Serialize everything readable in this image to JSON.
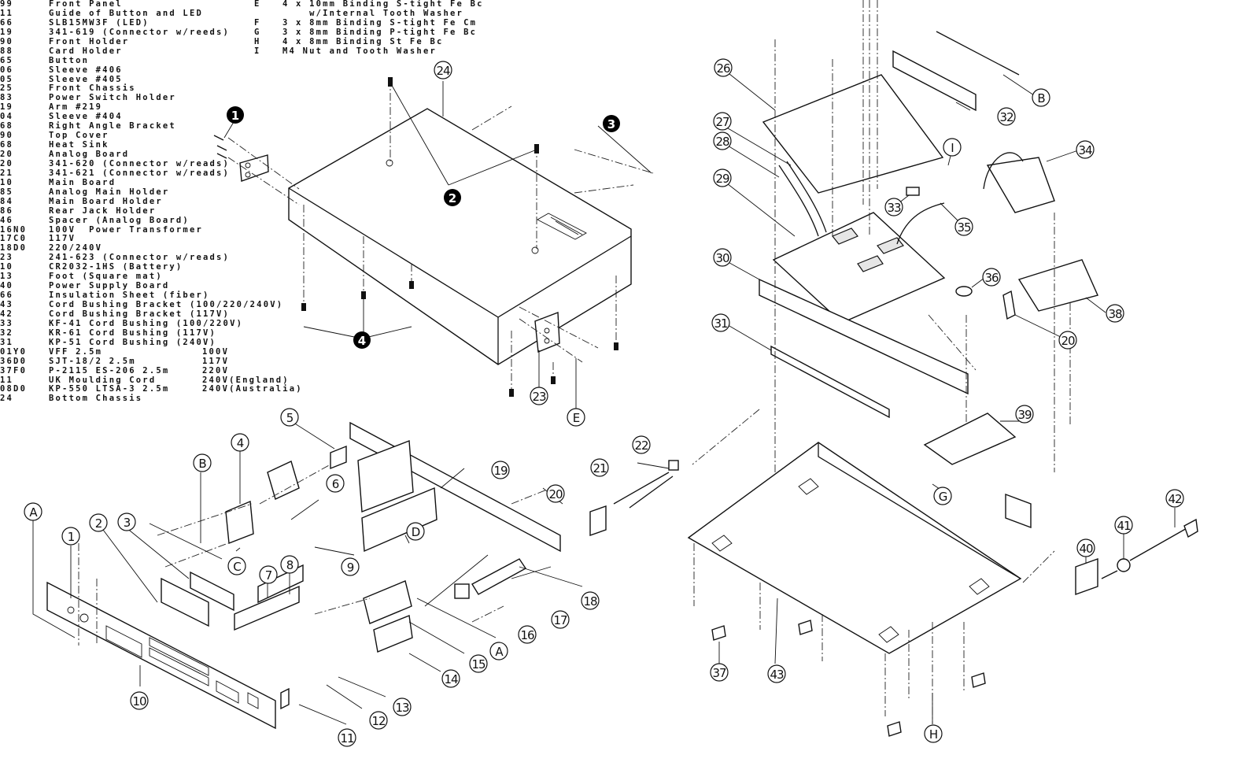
{
  "parts_list": [
    {
      "code": "99",
      "name": "Front Panel"
    },
    {
      "code": "11",
      "name": "Guide of Button and LED"
    },
    {
      "code": "66",
      "name": "SLB15MW3F (LED)"
    },
    {
      "code": "19",
      "name": "341-619 (Connector w/reeds)"
    },
    {
      "code": "90",
      "name": "Front Holder"
    },
    {
      "code": "88",
      "name": "Card Holder"
    },
    {
      "code": "65",
      "name": "Button"
    },
    {
      "code": "06",
      "name": "Sleeve #406"
    },
    {
      "code": "05",
      "name": "Sleeve #405"
    },
    {
      "code": "25",
      "name": "Front Chassis"
    },
    {
      "code": "83",
      "name": "Power Switch Holder"
    },
    {
      "code": "19",
      "name": "Arm #219"
    },
    {
      "code": "04",
      "name": "Sleeve #404"
    },
    {
      "code": "68",
      "name": "Right Angle Bracket"
    },
    {
      "code": "90",
      "name": "Top Cover"
    },
    {
      "code": "68",
      "name": "Heat Sink"
    },
    {
      "code": "20",
      "name": "Analog Board"
    },
    {
      "code": "20",
      "name": "341-620 (Connector w/reads)"
    },
    {
      "code": "21",
      "name": "341-621 (Connector w/reads)"
    },
    {
      "code": "10",
      "name": "Main Board"
    },
    {
      "code": "85",
      "name": "Analog Main Holder"
    },
    {
      "code": "84",
      "name": "Main Board Holder"
    },
    {
      "code": "86",
      "name": "Rear Jack Holder"
    },
    {
      "code": "46",
      "name": "Spacer (Analog Board)"
    },
    {
      "code": "16N0",
      "name": "100V  Power Transformer"
    },
    {
      "code": "17C0",
      "name": "117V"
    },
    {
      "code": "18D0",
      "name": "220/240V"
    },
    {
      "code": "23",
      "name": "241-623 (Connector w/reads)"
    },
    {
      "code": "10",
      "name": "CR2032-1HS (Battery)"
    },
    {
      "code": "13",
      "name": "Foot (Square mat)"
    },
    {
      "code": "40",
      "name": "Power Supply Board"
    },
    {
      "code": "66",
      "name": "Insulation Sheet (fiber)"
    },
    {
      "code": "43",
      "name": "Cord Bushing Bracket (100/220/240V)"
    },
    {
      "code": "42",
      "name": "Cord Bushing Bracket (117V)"
    },
    {
      "code": "33",
      "name": "KF-41 Cord Bushing (100/220V)"
    },
    {
      "code": "32",
      "name": "KR-61 Cord Bushing (117V)"
    },
    {
      "code": "31",
      "name": "KP-51 Cord Bushing (240V)"
    },
    {
      "code": "01Y0",
      "name": "VFF 2.5m",
      "extra": "100V"
    },
    {
      "code": "36D0",
      "name": "SJT-18/2 2.5m",
      "extra": "117V"
    },
    {
      "code": "37F0",
      "name": "P-2115 ES-206 2.5m",
      "extra": "220V"
    },
    {
      "code": "11",
      "name": "UK Moulding Cord",
      "extra": "240V(England)"
    },
    {
      "code": "08D0",
      "name": "KP-550 LTSA-3 2.5m",
      "extra": "240V(Australia)"
    },
    {
      "code": "24",
      "name": "Bottom Chassis"
    }
  ],
  "fasteners": [
    {
      "key": "E",
      "desc": "4 x 10mm Binding S-tight Fe Bc"
    },
    {
      "key": "",
      "desc": "    w/Internal Tooth Washer"
    },
    {
      "key": "F",
      "desc": "3 x 8mm Binding S-tight Fe Cm"
    },
    {
      "key": "G",
      "desc": "3 x 8mm Binding P-tight Fe Bc"
    },
    {
      "key": "H",
      "desc": "4 x 8mm Binding St Fe Bc"
    },
    {
      "key": "I",
      "desc": "M4 Nut and Tooth Washer"
    }
  ],
  "step_markers": [
    "1",
    "2",
    "3",
    "4"
  ],
  "callouts": {
    "top_cover": [
      "24",
      "23",
      "E"
    ],
    "front_assembly": [
      "A",
      "1",
      "2",
      "3",
      "4",
      "5",
      "6",
      "7",
      "8",
      "9",
      "10",
      "11",
      "12",
      "13",
      "14",
      "15",
      "16",
      "17",
      "18",
      "19",
      "20",
      "21",
      "22",
      "A",
      "B",
      "C",
      "D"
    ],
    "internal_assembly": [
      "26",
      "27",
      "28",
      "29",
      "30",
      "31",
      "32",
      "33",
      "34",
      "35",
      "36",
      "38",
      "20",
      "B",
      "I"
    ],
    "bottom_chassis": [
      "37",
      "39",
      "40",
      "41",
      "42",
      "43",
      "G",
      "H"
    ]
  }
}
